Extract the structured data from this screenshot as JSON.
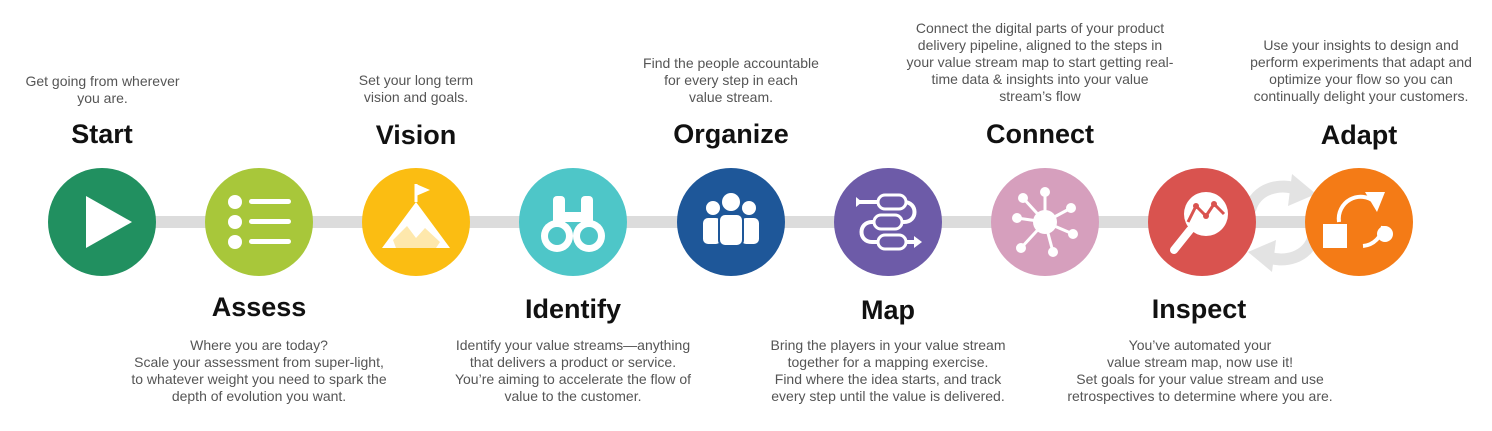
{
  "steps": [
    {
      "key": "start",
      "title": "Start",
      "color": "#219060",
      "icon": "play-icon",
      "desc": [
        "Get going from wherever",
        "you are."
      ]
    },
    {
      "key": "assess",
      "title": "Assess",
      "color": "#a8c73a",
      "icon": "checklist-icon",
      "desc": [
        "Where you are today?",
        "Scale your assessment from super-light,",
        "to whatever weight you need to spark the",
        "depth of evolution you want."
      ]
    },
    {
      "key": "vision",
      "title": "Vision",
      "color": "#fbbd12",
      "icon": "mountain-flag-icon",
      "desc": [
        "Set your long term",
        "vision and goals."
      ]
    },
    {
      "key": "identify",
      "title": "Identify",
      "color": "#4ec6c8",
      "icon": "binoculars-icon",
      "desc": [
        "Identify your value streams—anything",
        "that delivers a product or service.",
        "You’re aiming to accelerate the flow of",
        "value to the customer."
      ]
    },
    {
      "key": "organize",
      "title": "Organize",
      "color": "#1e5799",
      "icon": "people-group-icon",
      "desc": [
        "Find the people accountable",
        "for every step in each",
        "value stream."
      ]
    },
    {
      "key": "map",
      "title": "Map",
      "color": "#6d5ba8",
      "icon": "flow-map-icon",
      "desc": [
        "Bring the players in your value stream",
        "together for a mapping exercise.",
        "Find where the idea starts, and track",
        "every step until the value is delivered."
      ]
    },
    {
      "key": "connect",
      "title": "Connect",
      "color": "#d69fbd",
      "icon": "network-hub-icon",
      "desc": [
        "Connect the digital parts of your product",
        "delivery pipeline, aligned to the steps in",
        "your value stream map to start getting real-",
        "time data & insights into your value",
        "stream’s flow"
      ]
    },
    {
      "key": "inspect",
      "title": "Inspect",
      "color": "#d9534f",
      "icon": "magnifier-chart-icon",
      "desc": [
        "You’ve automated your",
        "value stream map, now use it!",
        "Set goals for your value stream and use",
        "retrospectives to determine where you are."
      ]
    },
    {
      "key": "adapt",
      "title": "Adapt",
      "color": "#f47b16",
      "icon": "adapt-cycle-icon",
      "desc": [
        "Use your insights to design and",
        "perform experiments that adapt and",
        "optimize your flow so you can",
        "continually delight your customers."
      ]
    }
  ],
  "decor": {
    "track_color": "#dcdcdc",
    "cycle_arrows_icon": "cycle-arrows-icon"
  }
}
